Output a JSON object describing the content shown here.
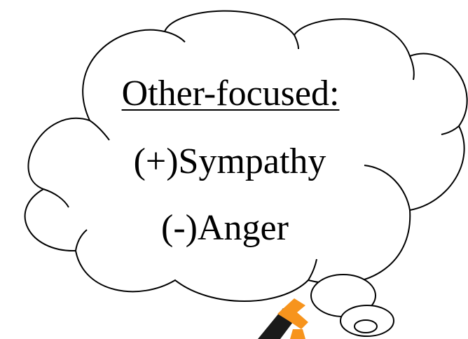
{
  "thought_bubble": {
    "heading": "Other-focused:",
    "lines": [
      "(+)Sympathy",
      "(-)Anger"
    ]
  },
  "colors": {
    "outline": "#000000",
    "background": "#ffffff",
    "figure_accent": "#f7941d",
    "figure_dark": "#1a1a1a"
  },
  "icons": [
    "thought-cloud-icon",
    "thought-bubble-dot-icon",
    "person-figure-icon"
  ]
}
